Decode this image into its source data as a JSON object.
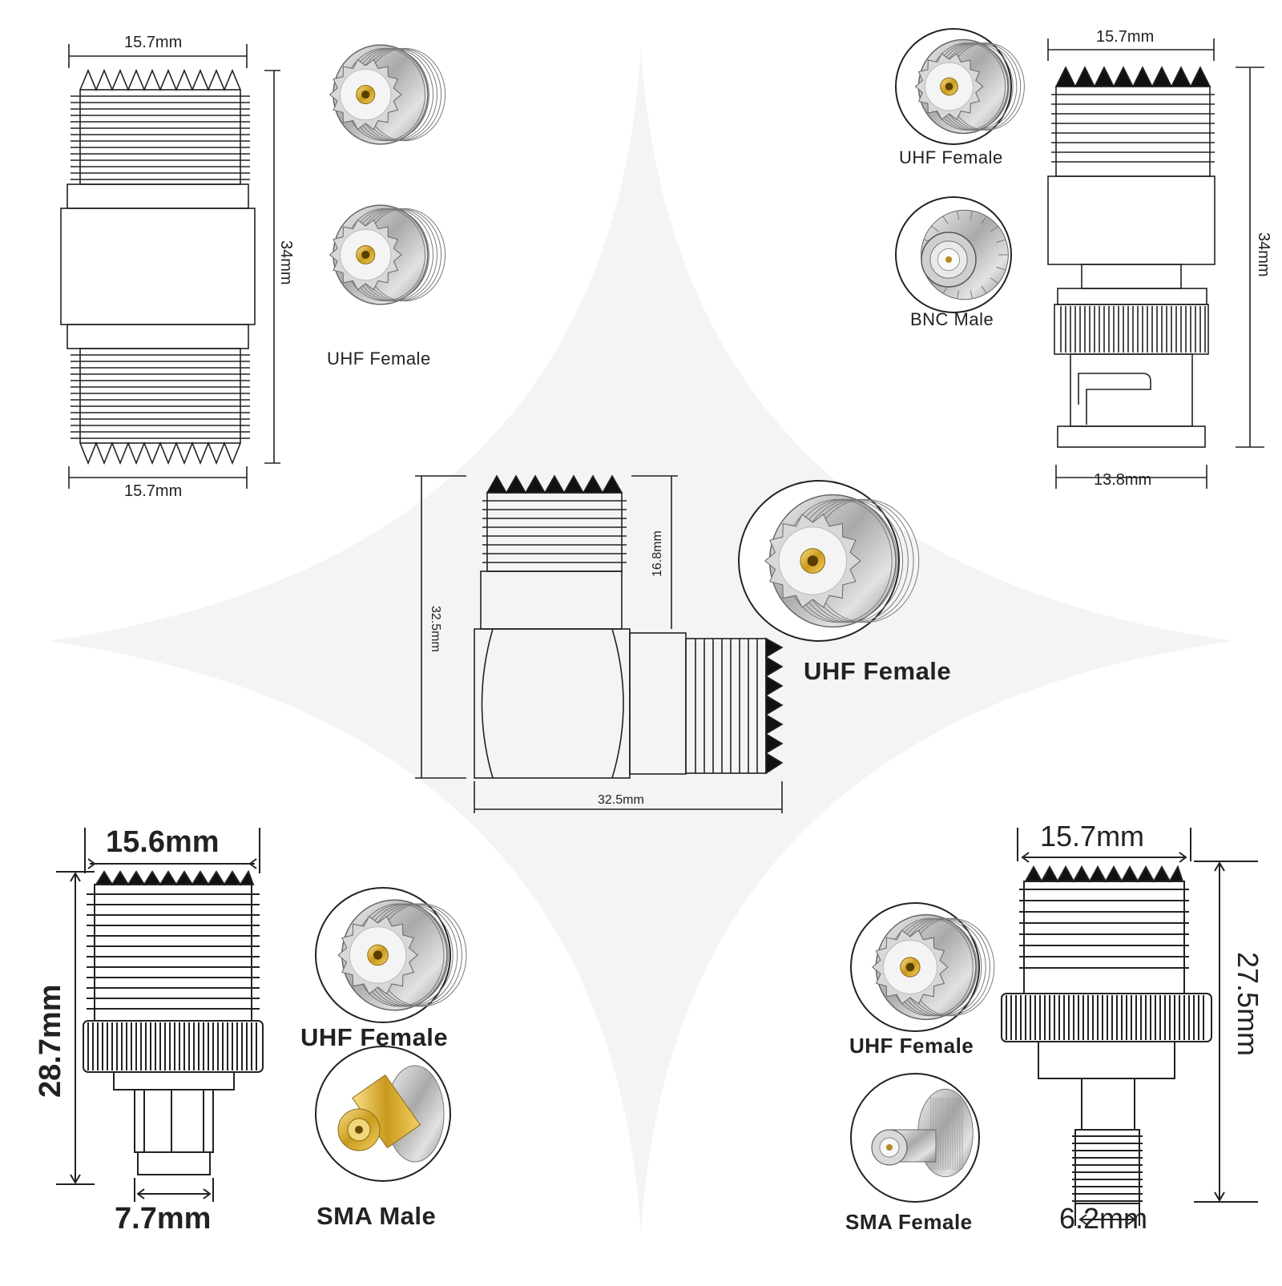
{
  "panels": {
    "top_left": {
      "width_top": "15.7mm",
      "width_bottom": "15.7mm",
      "length": "34mm",
      "connector_label": "UHF Female"
    },
    "top_right": {
      "width_top": "15.7mm",
      "width_bottom": "13.8mm",
      "length": "34mm",
      "connector_a": "UHF Female",
      "connector_b": "BNC Male"
    },
    "center": {
      "height_upper": "16.8mm",
      "height_total": "32.5mm",
      "width_total": "32.5mm",
      "connector_label": "UHF Female"
    },
    "bottom_left": {
      "width_top": "15.6mm",
      "width_bottom": "7.7mm",
      "length": "28.7mm",
      "connector_a": "UHF Female",
      "connector_b": "SMA Male"
    },
    "bottom_right": {
      "width_top": "15.7mm",
      "width_bottom": "6.2mm",
      "length": "27.5mm",
      "connector_a": "UHF Female",
      "connector_b": "SMA Female"
    }
  },
  "icons": [
    "uhf-female-photo",
    "bnc-male-photo",
    "sma-male-photo",
    "sma-female-photo"
  ],
  "colors": {
    "line": "#222222",
    "silver": "#c8c8c8",
    "gold": "#d4a017",
    "insulator": "#f3f3f3"
  }
}
